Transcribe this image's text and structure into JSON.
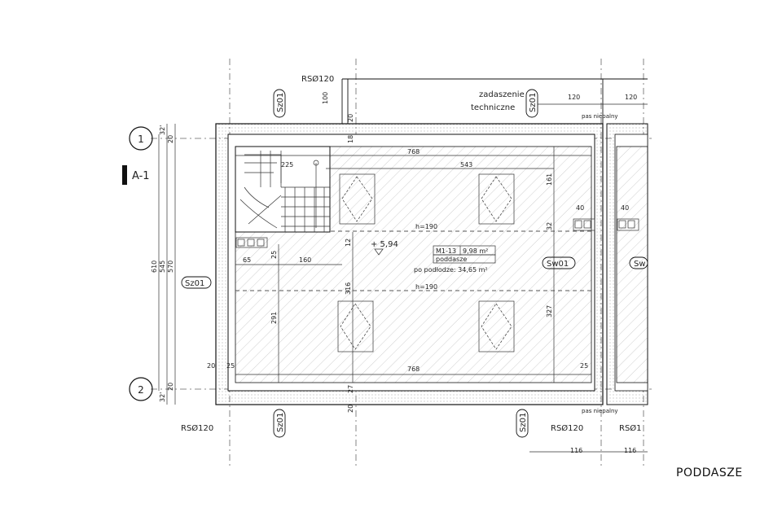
{
  "sheet_title": "PODDASZE",
  "axes": [
    "1",
    "2"
  ],
  "section_mark": "A-1",
  "room": {
    "id": "M1-13",
    "area": "9,98 m²",
    "name": "poddasze",
    "floor_area": "po podłodze: 34,65 m²",
    "level": "+ 5,94"
  },
  "heights": [
    "h=190",
    "h=190"
  ],
  "roof_labels": [
    "zadaszenie",
    "techniczne"
  ],
  "strip_labels": [
    "pas niepalny",
    "pas niepalny"
  ],
  "tags": [
    "RSØ120",
    "RSØ120",
    "RSØ120",
    "RSØ1"
  ],
  "elements": [
    "Sz01",
    "Sz01",
    "Sz01",
    "Sz01",
    "Sz01",
    "Sw01",
    "Sw"
  ],
  "dims": {
    "d768": "768",
    "d543": "543",
    "d225": "225",
    "d161": "161",
    "d32": "32",
    "d12": "12",
    "d40": "40",
    "d65": "65",
    "d160": "160",
    "d25": "25",
    "d316": "316",
    "d291": "291",
    "d327": "327",
    "d20": "20",
    "d32p": "32'",
    "d610": "610",
    "d545": "545",
    "d570": "570",
    "d100": "100",
    "d120": "120",
    "d116": "116",
    "d18": "18",
    "d27": "27"
  }
}
